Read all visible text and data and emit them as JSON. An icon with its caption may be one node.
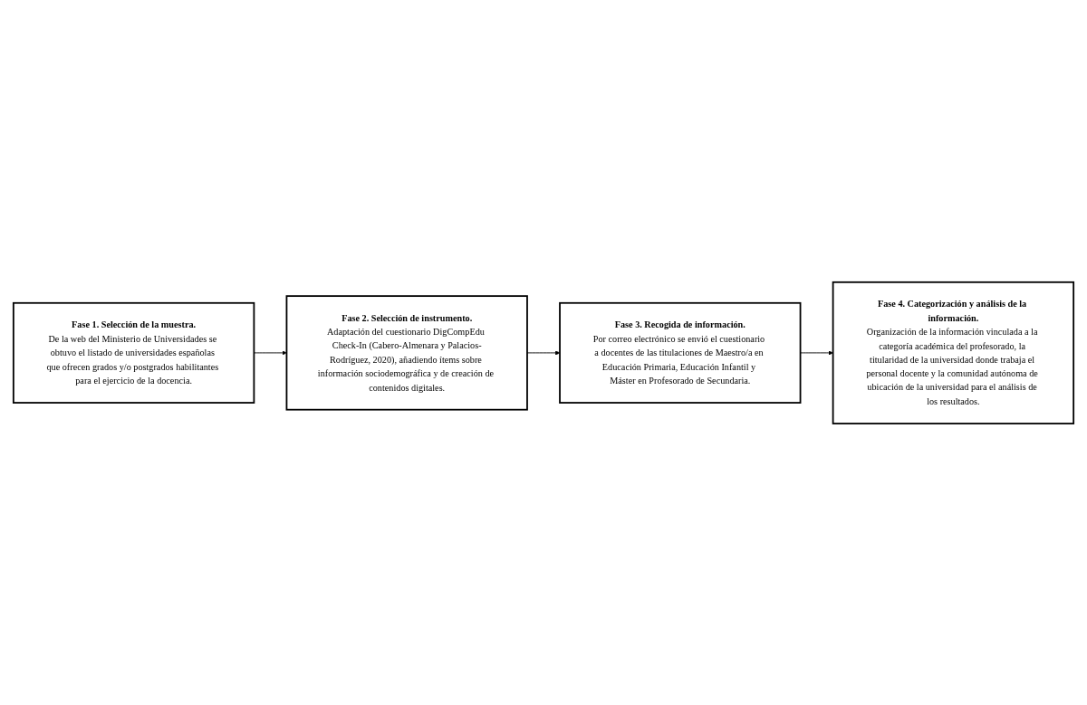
{
  "diagram": {
    "nodes": [
      {
        "text": [
          "Fase 1. Selección de la muestra.",
          "De la web del Ministerio de Universidades se obtuvo el listado de universidades españolas que ofrecen grados y/o postgrados habilitantes para el ejercicio de la docencia."
        ]
      },
      {
        "text": [
          "Fase 2. Selección de instrumento.",
          "Adaptación del cuestionario DigCompEdu Check-In (Cabero-Almenara y Palacios-Rodríguez, 2020), añadiendo ítems sobre información sociodemográfica y de creación de contenidos digitales."
        ]
      },
      {
        "text": [
          "Fase 3. Recogida de información.",
          "Por correo electrónico se envió el cuestionario a docentes de las titulaciones de Maestro/a en Educación Primaria, Educación Infantil y Máster en Profesorado de Secundaria."
        ]
      },
      {
        "text": [
          "Fase 4. Categorización y análisis de la información.",
          "Organización de la información vinculada a la categoría académica del profesorado, la titularidad de la universidad donde trabaja el personal docente y la comunidad autónoma de ubicación de la universidad para el análisis de los resultados."
        ]
      }
    ],
    "edges": [
      {
        "from": 0,
        "to": 1,
        "arrow": "to"
      },
      {
        "from": 1,
        "to": 2,
        "arrow": "to"
      },
      {
        "from": 2,
        "to": 3,
        "arrow": "to"
      }
    ]
  }
}
